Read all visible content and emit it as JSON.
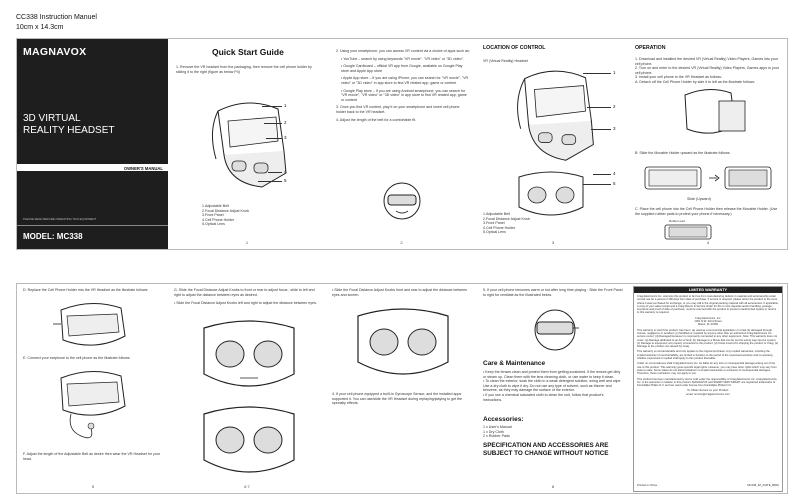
{
  "header": {
    "line1": "CC338 Instruction Manuel",
    "line2": "10cm x 14.3cm"
  },
  "cover": {
    "logo": "MAGNAVOX",
    "title_line1": "3D VIRTUAL",
    "title_line2": "REALITY HEADSET",
    "owners_manual": "OWNER'S MANUAL",
    "fine_print": "PLEASE READ BEFORE OPERATING THIS EQUIPMENT",
    "model": "MODEL: MC338"
  },
  "quick_start": {
    "title": "Quick Start Guide",
    "step1": "1. Remove the VR headset from the packaging, then remove the cell phone holder by sliding it to the right (figure as below P4)",
    "callouts": [
      "1",
      "2",
      "3",
      "4",
      "5"
    ],
    "parts": [
      "1.Adjustable Belt",
      "2.Focal Distance Adjust Knob",
      "3.Front Panel",
      "4.Cell Phone Holder",
      "5.Optical Lens"
    ],
    "page": "1"
  },
  "page2": {
    "step2": "2. Using your smartphone, you can access VR content via a choice of apps such as:",
    "youtube": "• YouTube – search by using keywords \"VR movie\", \"VR video\" or \"3D video\".",
    "cardboard": "• Google Cardboard – official VR app from Google, available on Google Play store and Apple App store",
    "apple": "• Apple App store – If you are using iPhone, you can search for \"VR movie\", \"VR video\" or \"3D video\" in app store to find VR related app, game or content",
    "google_play": "• Google Play store – If you are using Android smartphone, you can search for \"VR movie\", \"VR video\" or \"3D video\" in app store to find VR related app, game or content",
    "step3": "3. Once you find VR content, play it on your smartphone and insert cell phone holder back to the VR headset.",
    "step4": "4. Adjust the length of the belt for a comfortable fit.",
    "page": "2"
  },
  "location": {
    "title": "LOCATION OF CONTROL",
    "subtitle": "VR (Virtual Reality) Headset",
    "callouts": [
      "1",
      "2",
      "3",
      "4",
      "5"
    ],
    "parts": [
      "1.Adjustable Belt",
      "2.Focal Distance Adjust Knob",
      "3.Front Panel",
      "4.Cell Phone Holder",
      "5.Optical Lens"
    ],
    "page": "3"
  },
  "operation": {
    "title": "OPERATION",
    "steps": [
      "1. Download and installed the desired VR (Virtual Reality) Video Players, Games into your cell phone.",
      "2. Turn on and enter to the desired VR (Virtual Reality) Video Players, Games apps in your cell phone.",
      "3. Install your cell phone to the VR Headset as follows:",
      "A. Detach off the Cell Phone Holder by side it to left as the illustrate follows:"
    ],
    "stepB": "B. Slide the Movable Holder upward as the illustrate follows:",
    "slide_label": "Slide (Upward)",
    "stepC": "C. Place the cell phone into the Cell Phone Holder then release the Movable Holder. (Use the supplied rubber pads to protect your phone if necessary.)",
    "rubber_label": "Rubber pad",
    "page": "4"
  },
  "page5": {
    "stepD": "D. Replace the Cell Phone Holder into the VR Headset as the illustrate follows:",
    "stepE": "E. Connect your earphone to the cell phone as the illustrate follows:",
    "stepF": "F. Adjust the length of the Adjustable Belt as desire then wear the VR Headset for your head.",
    "page": "5"
  },
  "page67": {
    "stepG": "G. Slide the Focal Distance Adjust Knobs to front or rear to adjust focus ; slide to left and right to adjust the distance between eyes as desired.",
    "bullet1": "• Slide the Focal Distance Adjust Knobs left and right to adjust the distance between eyes.",
    "bullet2": "• Slide the Focal Distance Adjust Knobs front and rear to adjust the distance between eyes and screen.",
    "stepH": "4. If your cell phone equipped a built-in Gyroscope Sensor, and the installed apps supported it. You can use/slide the VR Headset during replaying/playing to get the specialty effects.",
    "page": "6 7"
  },
  "page8": {
    "stepI": "5. If your cell phone becomes warm or hot after long time playing : Slide the Front Panel to right for ventilate as the illustrated below.",
    "care_title": "Care & Maintenance",
    "care": [
      "• Keep the lenses clean and protect them from getting scratched. If the lenses get dirty or steam up. Clean them with the lens cleaning cloth, or use water to keep it clean.",
      "• To clean the exterior, soak the cloth in a weak detergent solution, wring well and wipe. Use a dry cloth to wipe it dry. Do not use any type of solvent, such as thinner and benzene, as they may damage the surface of the exterior.",
      "• If you use a chemical saturated cloth to clean the unit, follow that product's instructions."
    ],
    "acc_title": "Accessories:",
    "acc": [
      "1 x User's Manual",
      "1 x Dry Cloth",
      "2 x Rubber Pads"
    ],
    "spec1": "SPECIFICATION AND ACCESSORIES ARE",
    "spec2": "SUBJECT TO CHANGE WITHOUT NOTICE",
    "page": "8"
  },
  "warranty": {
    "title": "LIMITED WARRANTY",
    "para1": "Craig Electronics Inc. warrants this product to be free from manufacturing defects in material and workmanship under normal use for a period of 180 days from date of purchase. If service is required, please return the product to the store where it was purchased for exchange, or you may call in the original packing material with all accessories. If applicable, a copy of your sales receipt and a Craig Return & Service Order for 60 or more days/tax and/or handling, postage, insurance and proof of date of purchase, must be returned with the product to prevent unauthorized repairs or returns to this warranty is required.",
    "address": [
      "Craig Electronics, Inc.",
      "1001 N.W. 22nd Street",
      "Miami, FL 33166"
    ],
    "para2": "This warranty is void if the product: has been: (a) used as a commercial application or rental (b) damaged through misuse, negligence or accident; (c) Modified or repaired by anyone other than an authorized Craig Electronics Inc. service center; (d) Damaged because it is improperly connected to any other equipment. Note: This warranty does not cover: (a) Damage attributed to an Act of God; (b) Damage to a Movie that can be put the wrong way into the system; (c) Damage to equipment not properly connected to the product; (d) Costs incurred in shipping the product to Craig; (e) Damage to the product not caused by Craig.",
    "para3": "This warranty is nontransferable and only applies to the original purchaser. Any implied warranties, including the implied warranty of merchantability, are limited in duration to the period of the expressed warranty and no warranty, whether expressed or implied shall apply to this product thereafter.",
    "para4": "Under no circumstances shall Craig Electronics Inc. be liable for any loss or consequential damage arising out of the use of this product. This warranty gives specific legal rights. However, you may have other rights which may vary from state to state. Some states do not allow limitations on implied warranties or exclusion of consequential damages. Therefore, these restrictions may not apply to you.",
    "para5": "This product has been manufactured by and is sold under the responsibility of Craig Electronics Inc. Craig Electronics, Inc. is the warrantor in relation to this product. MAGNAVOX and SMART.VERY.SMART. are registered trademarks of Koninklijke Philips N.V. and are used under license from Koninklijke Philips N.V.",
    "contact1": "To Obtain Service on your Product:",
    "contact2": "email: service@craigelectronics.com",
    "footer_left": "Printed in China",
    "footer_right": "MC338_IM_(DATE_BRD)"
  }
}
